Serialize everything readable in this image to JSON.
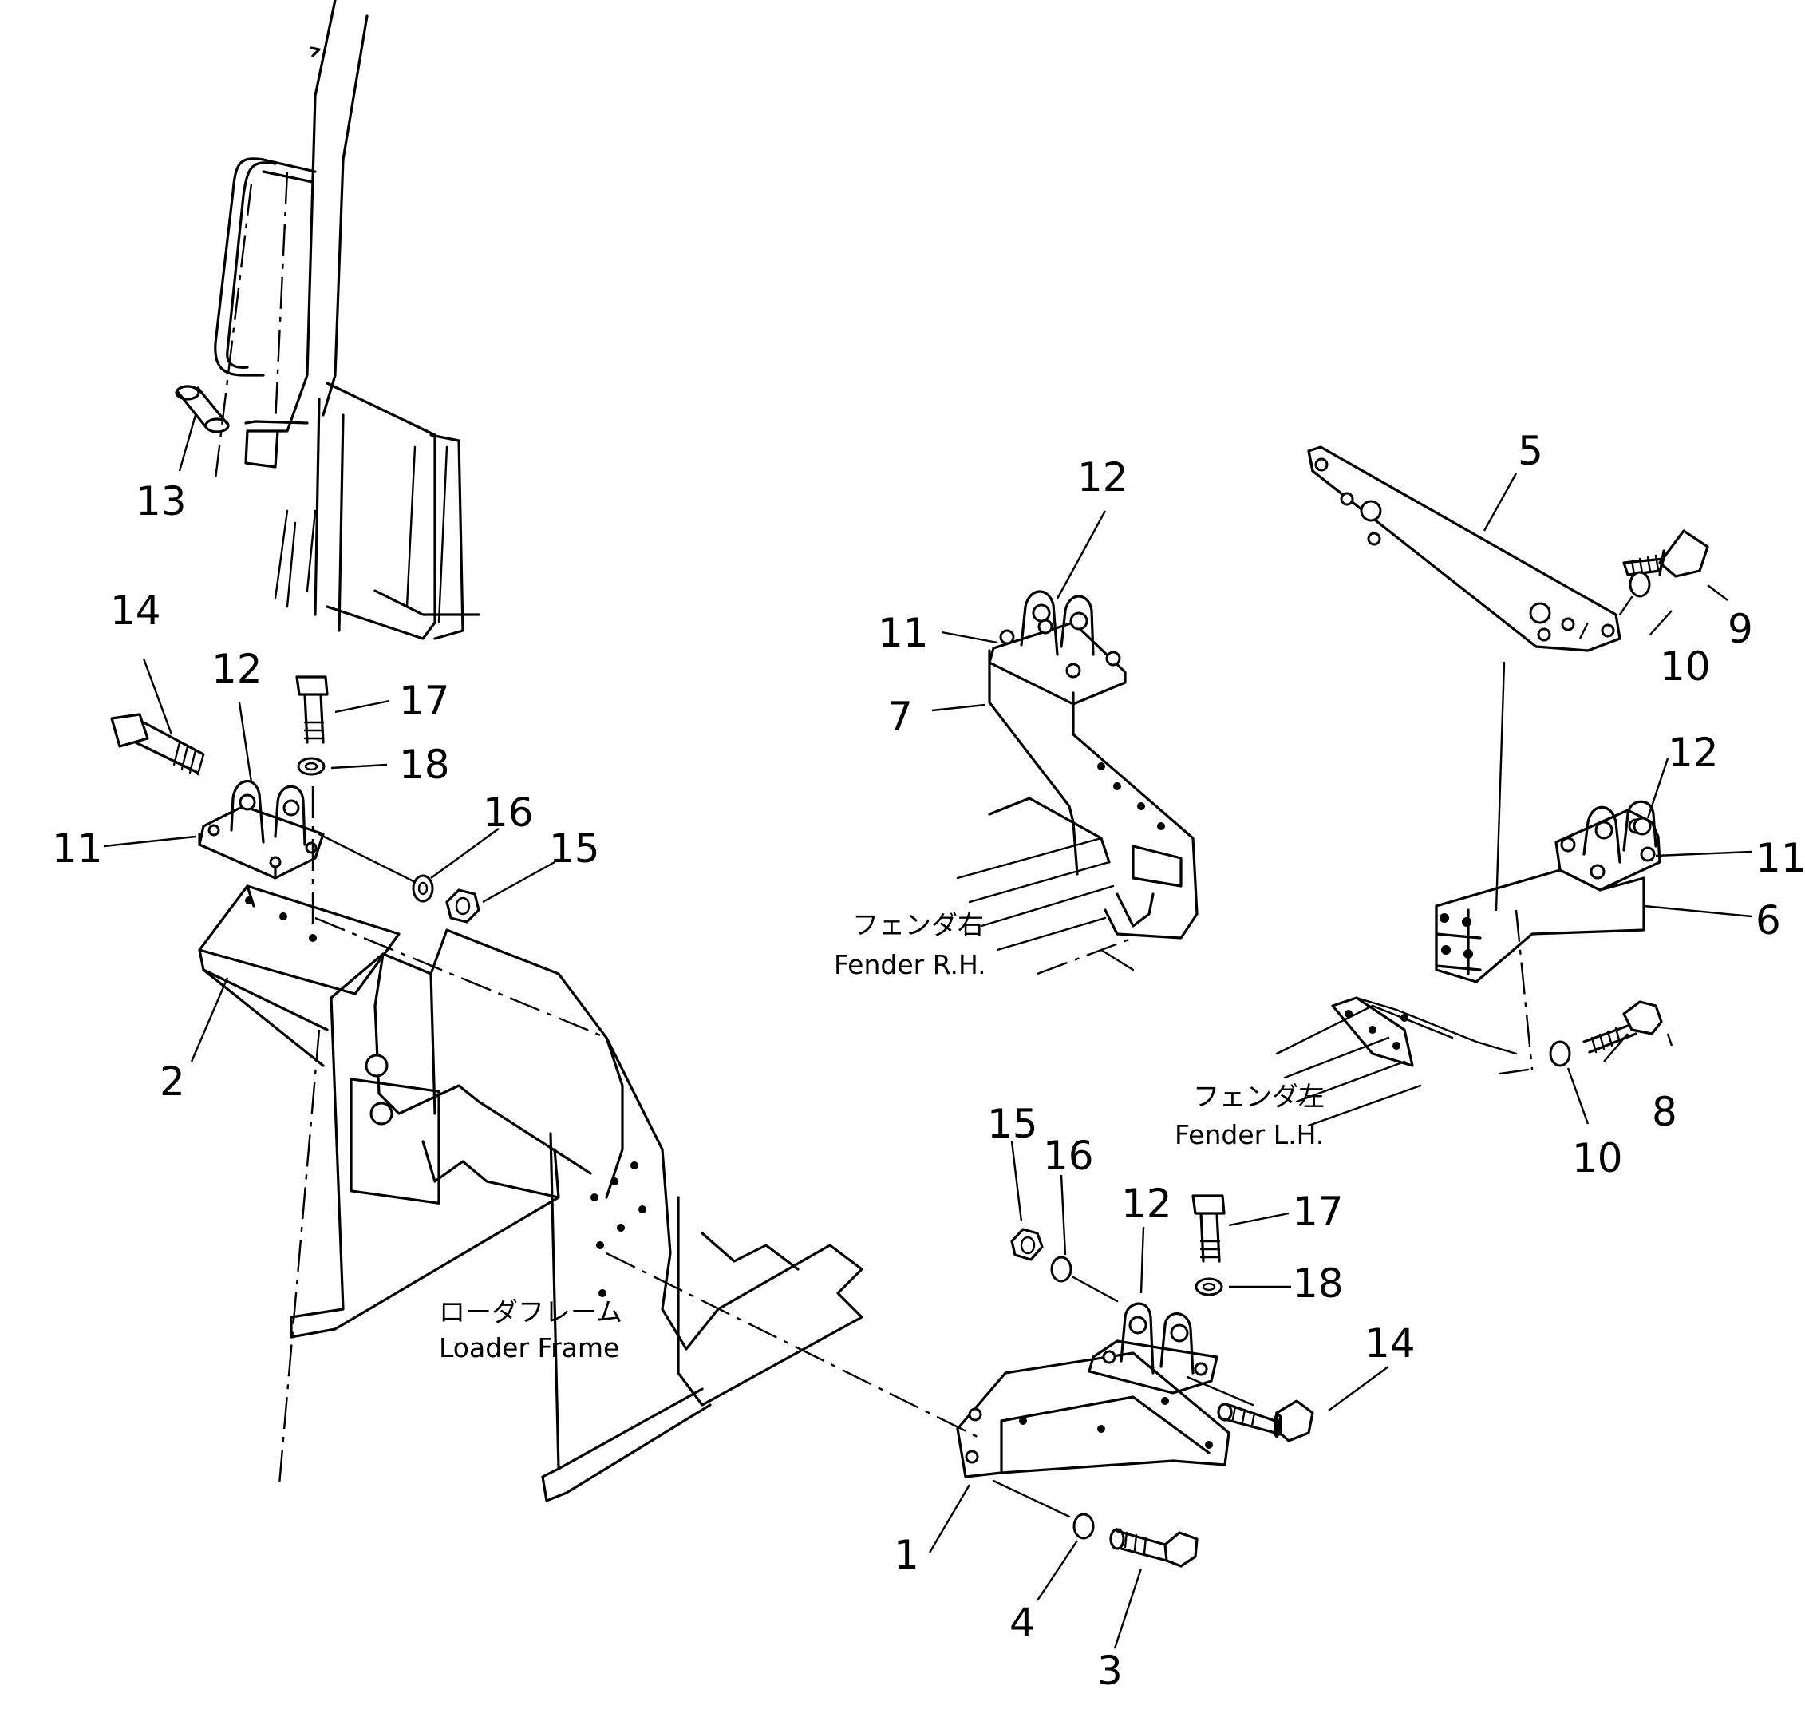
{
  "captions": {
    "loader_frame_jp": "ローダフレーム",
    "loader_frame_en": "Loader Frame",
    "fender_rh_jp": "フェンダ右",
    "fender_rh_en": "Fender R.H.",
    "fender_lh_jp": "フェンダ左",
    "fender_lh_en": "Fender L.H."
  },
  "callouts": {
    "c13": "13",
    "c14a": "14",
    "c12a": "12",
    "c17a": "17",
    "c18a": "18",
    "c11a": "11",
    "c16a": "16",
    "c15a": "15",
    "c2": "2",
    "c12b": "12",
    "c11b": "11",
    "c7": "7",
    "c5": "5",
    "c9": "9",
    "c10a": "10",
    "c12c": "12",
    "c11c": "11",
    "c6": "6",
    "c8": "8",
    "c10b": "10",
    "c15b": "15",
    "c16b": "16",
    "c12d": "12",
    "c17b": "17",
    "c18b": "18",
    "c14b": "14",
    "c1": "1",
    "c4": "4",
    "c3": "3"
  }
}
